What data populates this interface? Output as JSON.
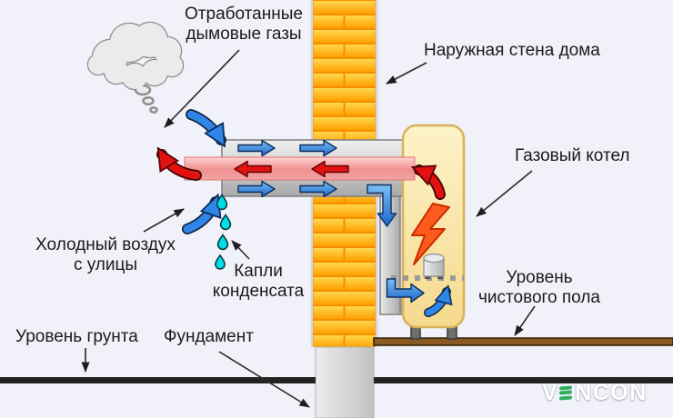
{
  "labels": {
    "exhaust_gases": [
      "Отработанные",
      "дымовые газы"
    ],
    "outer_wall": "Наружная стена дома",
    "gas_boiler": "Газовый котел",
    "cold_air": [
      "Холодный воздух",
      "с улицы"
    ],
    "condensate_drops": [
      "Капли",
      "конденсата"
    ],
    "ground_level": "Уровень грунта",
    "foundation": "Фундамент",
    "clean_floor_level": [
      "Уровень",
      "чистового пола"
    ]
  },
  "watermark": {
    "text": "VENCON",
    "prefix": "V",
    "accent_letter": "E",
    "suffix": "NCON",
    "accent_color": "#2fae5e",
    "letter_color": "#ffffff"
  },
  "colors": {
    "background": "#f1f1fa",
    "wall_brick_light": "#ffd74e",
    "wall_brick_dark": "#ffa000",
    "intake_air_arrow_blue": "#2f86e8",
    "exhaust_gas_arrow_red": "#e31212",
    "exhaust_pipe_pink": "#f19090",
    "air_pipe_gray": "#c9c9c9",
    "condensate_cyan": "#00dde6",
    "boiler_cream": "#f9e6ac",
    "flame_orange": "#ff5a1e",
    "floor_brown": "#8a5a22",
    "ground_line_black": "#232323"
  }
}
